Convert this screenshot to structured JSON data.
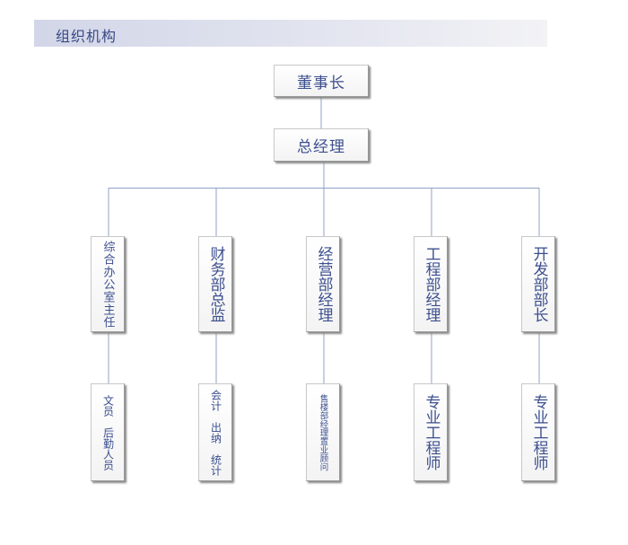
{
  "header": {
    "title": "组织机构"
  },
  "chart": {
    "top": [
      "董事长",
      "总经理"
    ],
    "departments": [
      "综合办公室主任",
      "财务部总监",
      "经营部经理",
      "工程部经理",
      "开发部部长"
    ],
    "staff": [
      "文员　后勤人员",
      "会计　出纳　统计",
      "售楼部经理置业顾问",
      "专业工程师",
      "专业工程师"
    ]
  }
}
